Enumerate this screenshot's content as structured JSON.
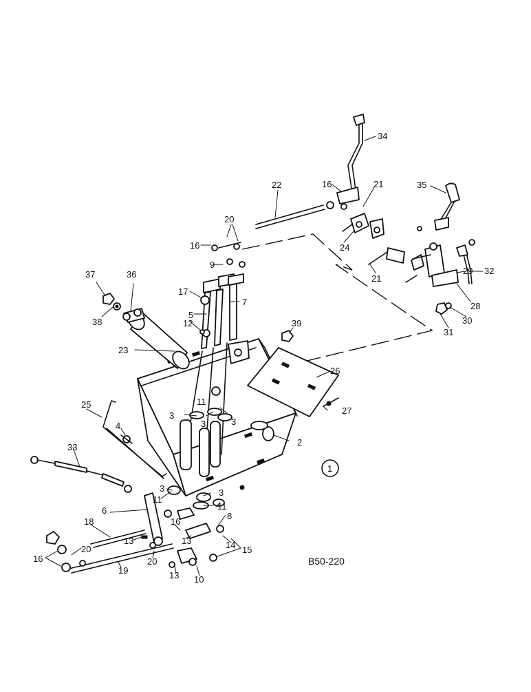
{
  "drawing_code": "B50-220",
  "view_number": "1",
  "callouts": [
    "2",
    "3",
    "4",
    "5",
    "6",
    "7",
    "8",
    "9",
    "10",
    "11",
    "12",
    "13",
    "14",
    "15",
    "16",
    "17",
    "18",
    "19",
    "20",
    "21",
    "22",
    "23",
    "24",
    "25",
    "26",
    "27",
    "28",
    "29",
    "30",
    "31",
    "32",
    "33",
    "34",
    "35",
    "36",
    "37",
    "38",
    "39"
  ],
  "colors": {
    "ink": "#111111",
    "paper": "#ffffff"
  }
}
